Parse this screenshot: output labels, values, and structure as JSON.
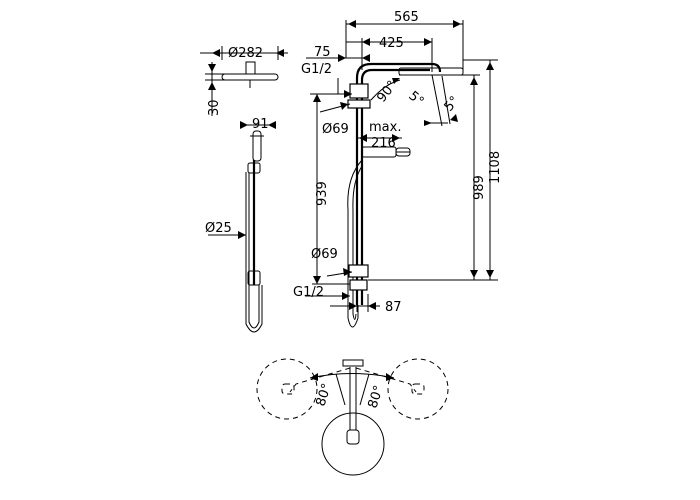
{
  "dimensions": {
    "head_dia": "Ø282",
    "head_height": "30",
    "hand_dia": "91",
    "rail_dia": "Ø25",
    "span_565": "565",
    "span_425": "425",
    "offset_75": "75",
    "inlet_top": "G1/2",
    "inlet_bottom": "G1/2",
    "rosette_top": "Ø69",
    "rosette_bottom": "Ø69",
    "max_label": "max.",
    "max_value": "216",
    "angle_90": "90°",
    "angle_5a": "5°",
    "angle_5b": "5°",
    "height_939": "939",
    "height_989": "989",
    "height_1108": "1108",
    "depth_87": "87",
    "swivel_left": "80°",
    "swivel_right": "80°"
  }
}
